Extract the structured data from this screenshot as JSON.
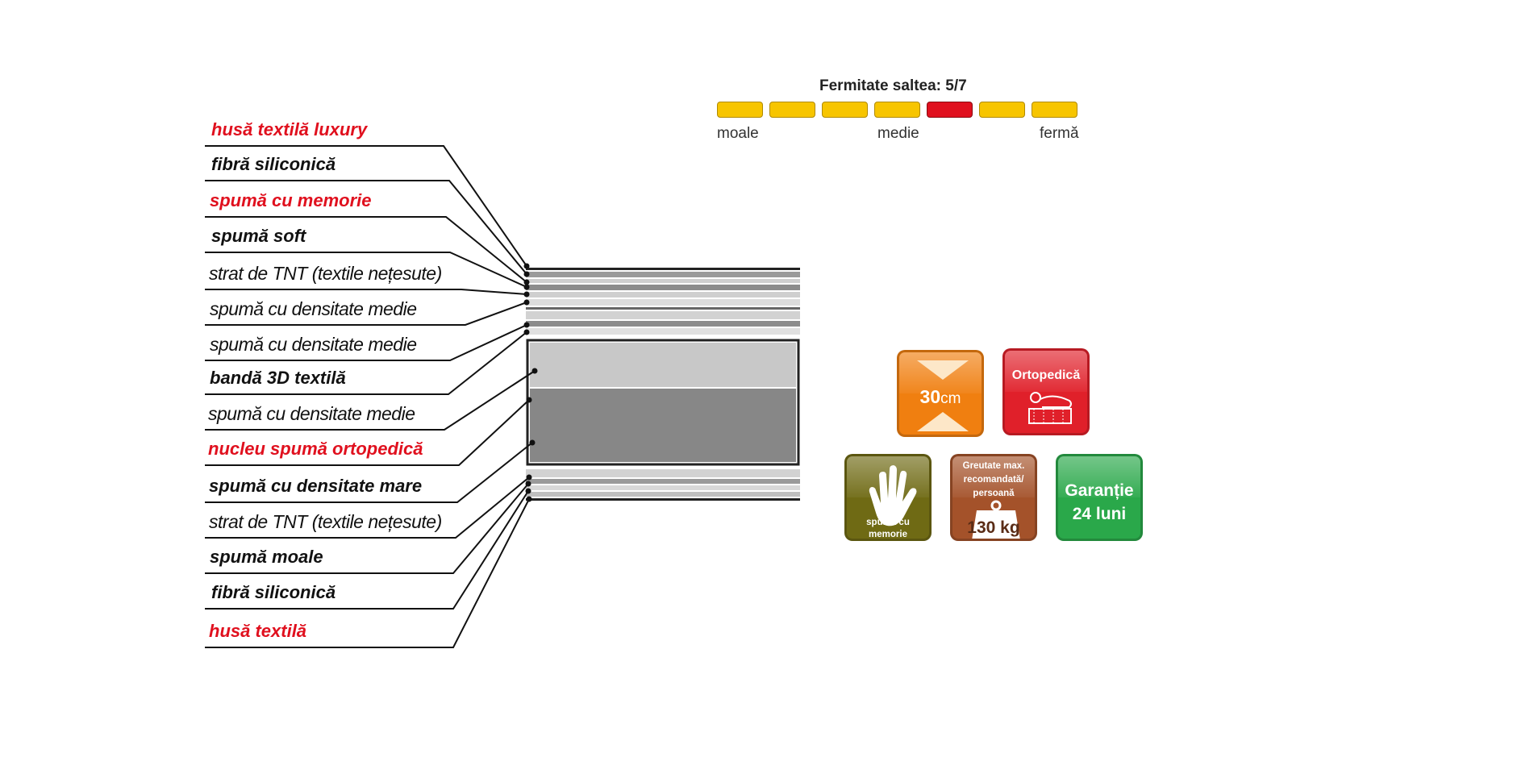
{
  "firmness": {
    "title": "Fermitate saltea: 5/7",
    "level": 5,
    "max": 7,
    "segment_color": "#f7c500",
    "active_color": "#e0101e",
    "labels": {
      "soft": "moale",
      "medium": "medie",
      "firm": "fermă"
    }
  },
  "layers": [
    {
      "label": "husă textilă luxury",
      "color": "#e0101e"
    },
    {
      "label": "fibră siliconică",
      "color": "#111111"
    },
    {
      "label": "spumă cu memorie",
      "color": "#e0101e"
    },
    {
      "label": "spumă soft",
      "color": "#111111"
    },
    {
      "label": "strat de TNT (textile nețesute)",
      "color": "#111111"
    },
    {
      "label": "spumă cu densitate medie",
      "color": "#111111"
    },
    {
      "label": "spumă cu densitate medie",
      "color": "#111111"
    },
    {
      "label": "bandă 3D textilă",
      "color": "#111111"
    },
    {
      "label": "spumă cu densitate medie",
      "color": "#111111"
    },
    {
      "label": "nucleu spumă ortopedică",
      "color": "#e0101e"
    },
    {
      "label": "spumă cu densitate mare",
      "color": "#111111"
    },
    {
      "label": "strat de TNT (textile nețesute)",
      "color": "#111111"
    },
    {
      "label": "spumă moale",
      "color": "#111111"
    },
    {
      "label": "fibră siliconică",
      "color": "#111111"
    },
    {
      "label": "husă textilă",
      "color": "#e0101e"
    }
  ],
  "badges": {
    "height": {
      "value": "30",
      "unit": "cm",
      "color": "#f07f10"
    },
    "orthopedic": {
      "label": "Ortopedică",
      "color": "#e0202a"
    },
    "memory": {
      "label": "spumă cu memorie",
      "color": "#6f6a14"
    },
    "weight": {
      "caption": "Greutate max. recomandată/ persoană",
      "value": "130 kg",
      "color": "#a4522a"
    },
    "warranty": {
      "line1": "Garanție",
      "line2": "24 luni",
      "color": "#2aa84a"
    }
  }
}
